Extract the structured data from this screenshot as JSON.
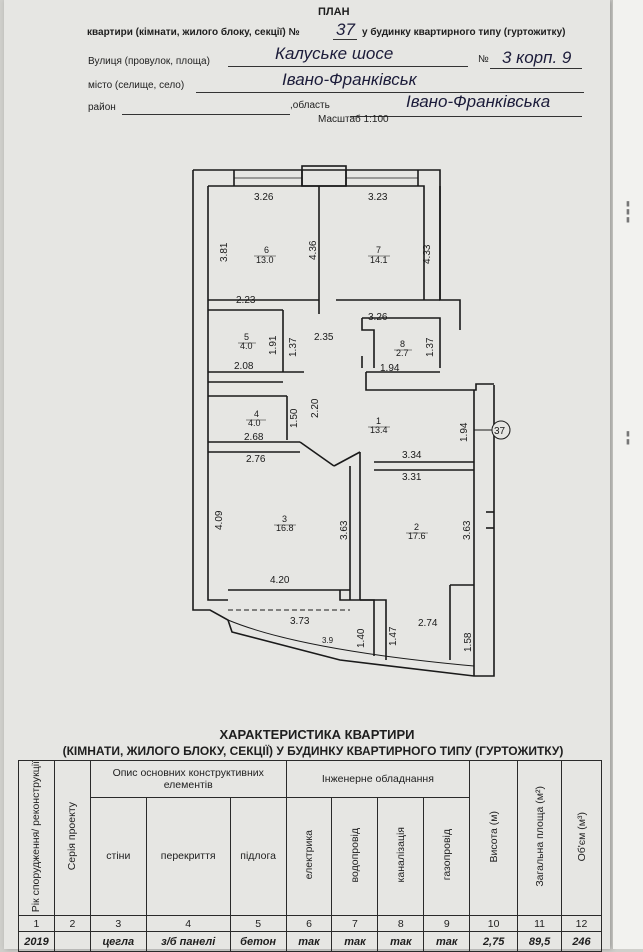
{
  "header": {
    "title": "ПЛАН",
    "line1_prefix": "квартири (кімнати, жилого блоку, секції) №",
    "apartment_no": "37",
    "line1_suffix": "у будинку квартирного типу (гуртожитку)",
    "street_label": "Вулиця (провулок, площа)",
    "street_value": "Калуське шосе",
    "no_label": "№",
    "house_value": "3 корп. 9",
    "city_label": "місто (селище, село)",
    "city_value": "Івано-Франківськ",
    "district_label": "район",
    "region_label": ",область",
    "region_value": "Івано-Франківська",
    "scale": "Масштаб 1:100"
  },
  "plan": {
    "dims": {
      "d326": "3.26",
      "d323": "3.23",
      "d381": "3.81",
      "d436": "4.36",
      "d433": "4.33",
      "d223": "2.23",
      "d326b": "3.26",
      "d191": "1.91",
      "d137a": "1.37",
      "d235": "2.35",
      "d137b": "1.37",
      "d208": "2.08",
      "d194": "1.94",
      "d150": "1.50",
      "d220": "2.20",
      "d268": "2.68",
      "d194b": "1.94",
      "d276": "2.76",
      "d334": "3.34",
      "d331": "3.31",
      "d409": "4.09",
      "d363a": "3.63",
      "d363b": "3.63",
      "d420": "4.20",
      "d373": "3.73",
      "d140": "1.40",
      "d147": "1.47",
      "d274": "2.74",
      "d158": "1.58",
      "d39": "3.9",
      "apt_marker": "37"
    },
    "rooms": [
      {
        "no": "6",
        "area": "13.0"
      },
      {
        "no": "7",
        "area": "14.1"
      },
      {
        "no": "5",
        "area": "4.0"
      },
      {
        "no": "8",
        "area": "2.7"
      },
      {
        "no": "4",
        "area": "4.0"
      },
      {
        "no": "1",
        "area": "13.4"
      },
      {
        "no": "3",
        "area": "16.8"
      },
      {
        "no": "2",
        "area": "17.6"
      }
    ]
  },
  "table": {
    "title1": "ХАРАКТЕРИСТИКА КВАРТИРИ",
    "title2": "(КІМНАТИ, ЖИЛОГО БЛОКУ, СЕКЦІЇ) У БУДИНКУ КВАРТИРНОГО ТИПУ (ГУРТОЖИТКУ)",
    "h_year": "Рік спорудження/ реконструкції",
    "h_series": "Серія проекту",
    "h_elements": "Опис основних конструктивних елементів",
    "h_walls": "стіни",
    "h_floors": "перекриття",
    "h_flooring": "підлога",
    "h_engineering": "Інженерне обладнання",
    "h_electric": "електрика",
    "h_water": "водопровід",
    "h_sewer": "каналізація",
    "h_gas": "газопровід",
    "h_height": "Висота (м)",
    "h_total_area": "Загальна площа (м²)",
    "h_volume": "Об'єм (м³)",
    "nums": [
      "1",
      "2",
      "3",
      "4",
      "5",
      "6",
      "7",
      "8",
      "9",
      "10",
      "11",
      "12"
    ],
    "values": {
      "year": "2019",
      "series": "",
      "walls": "цегла",
      "floors": "з/б панелі",
      "flooring": "бетон",
      "electric": "так",
      "water": "так",
      "sewer": "так",
      "gas": "так",
      "height": "2,75",
      "total_area": "89,5",
      "volume": "246"
    }
  }
}
